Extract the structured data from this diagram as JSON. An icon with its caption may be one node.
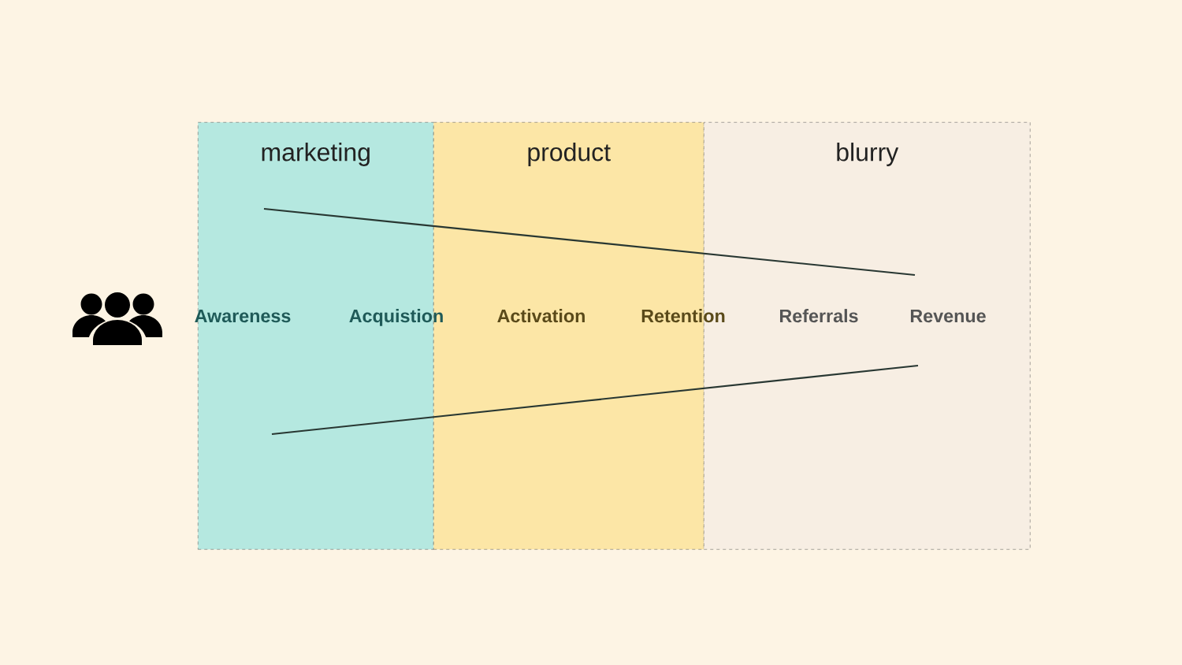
{
  "diagram": {
    "nodes": [
      {
        "text": [
          "marketing"
        ]
      },
      {
        "text": [
          "product"
        ]
      },
      {
        "text": [
          "blurry"
        ]
      }
    ],
    "labels": [
      "Awareness",
      "Acquistion",
      "Activation",
      "Retention",
      "Referrals",
      "Revenue"
    ]
  }
}
